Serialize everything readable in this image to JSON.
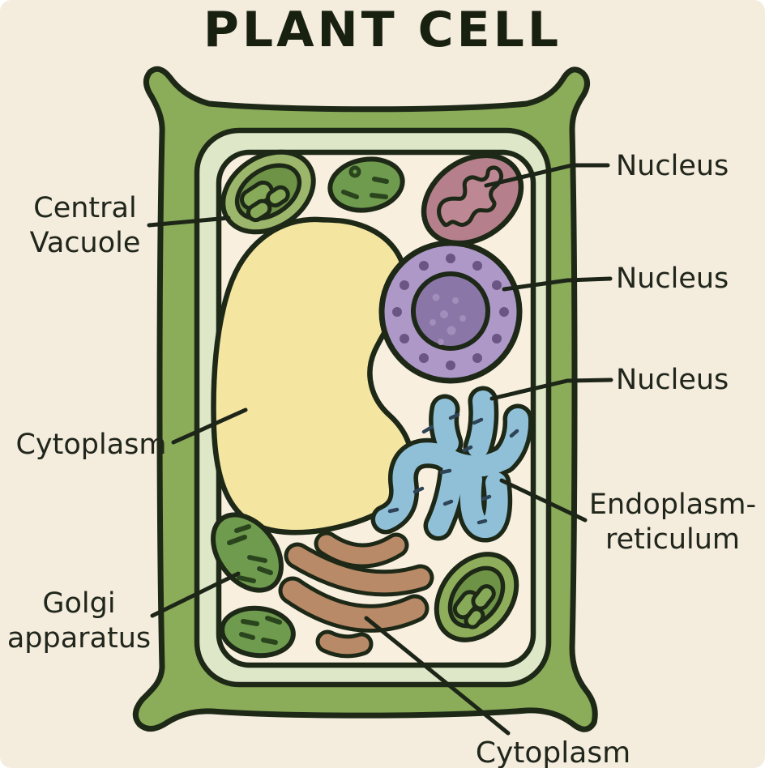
{
  "title": "PLANT CELL",
  "labels": {
    "central_vacuole": {
      "line1": "Central",
      "line2": "Vacuole"
    },
    "cytoplasm_left": {
      "text": "Cytoplasm"
    },
    "golgi": {
      "line1": "Golgi",
      "line2": "apparatus"
    },
    "nucleus_1": {
      "text": "Nucleus"
    },
    "nucleus_2": {
      "text": "Nucleus"
    },
    "nucleus_3": {
      "text": "Nucleus"
    },
    "endoplasmic_reticulum": {
      "line1": "Endoplasm-",
      "line2": "reticulum"
    },
    "cytoplasm_bottom": {
      "text": "Cytoplasm"
    }
  },
  "parts": [
    {
      "name": "cell-wall",
      "color": "#8bac59"
    },
    {
      "name": "cell-wall-inner-band",
      "color": "#dee7c8"
    },
    {
      "name": "cytoplasm-interior",
      "color": "#f8efdf"
    },
    {
      "name": "central-vacuole",
      "color": "#f4e5a1"
    },
    {
      "name": "nucleus",
      "color": "#ad98c8"
    },
    {
      "name": "nucleolus",
      "color": "#8b76a8"
    },
    {
      "name": "mitochondrion",
      "color": "#b5808c"
    },
    {
      "name": "chloroplast-top-left",
      "color": "#9cb66b"
    },
    {
      "name": "chloroplast-bottom-right",
      "color": "#8fae5c"
    },
    {
      "name": "green-organelles",
      "color": "#6f9b4e"
    },
    {
      "name": "endoplasmic-reticulum",
      "color": "#8fc0d8"
    },
    {
      "name": "golgi-apparatus",
      "color": "#b98a67"
    }
  ],
  "colors": {
    "background": "#f4ecdd",
    "outline": "#1d2817",
    "label_text": "#20261b",
    "title_text": "#18200f",
    "nuclear_pores": "#6b5584",
    "er_marks": "#2e4356",
    "organelle_marks": "#2a451d"
  }
}
